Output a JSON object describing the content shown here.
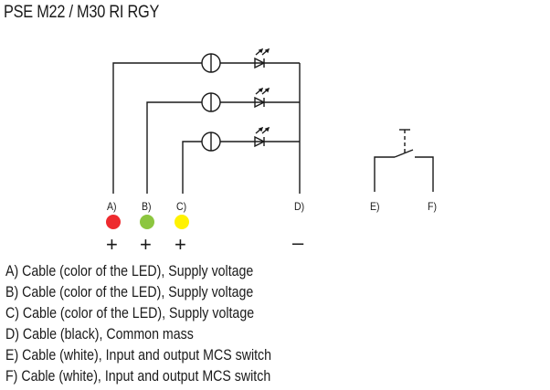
{
  "title": "PSE M22 / M30 RI RGY",
  "terminals": {
    "A": {
      "label": "A)",
      "led_color": "#ee2a2e",
      "polarity": "+"
    },
    "B": {
      "label": "B)",
      "led_color": "#8cc63f",
      "polarity": "+"
    },
    "C": {
      "label": "C)",
      "led_color": "#fff200",
      "polarity": "+"
    },
    "D": {
      "label": "D)",
      "polarity": "–"
    },
    "E": {
      "label": "E)"
    },
    "F": {
      "label": "F)"
    }
  },
  "legend": [
    "A) Cable (color of the LED), Supply voltage",
    "B) Cable (color of the LED), Supply voltage",
    "C) Cable (color of the LED), Supply voltage",
    "D) Cable (black), Common mass",
    "E) Cable (white), Input and output MCS switch",
    "F) Cable (white), Input and output MCS switch"
  ]
}
